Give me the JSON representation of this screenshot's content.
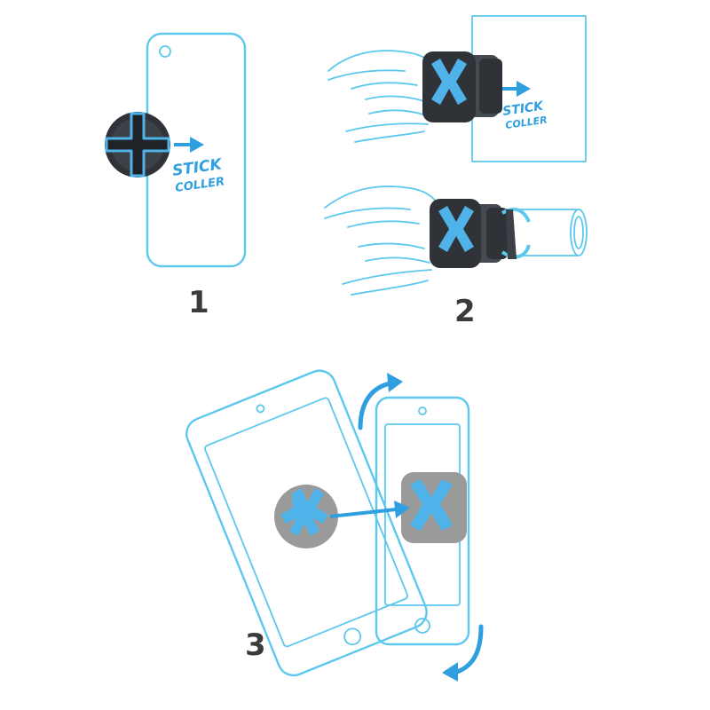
{
  "colors": {
    "outline": "#5cc8ee",
    "accent": "#2f9fe0",
    "mount_dark": "#2f3338",
    "mount_mid": "#444a50",
    "pad_grey": "#9a9a9a",
    "cross_blue": "#4fb3ea",
    "number": "#3b3b3b"
  },
  "steps": [
    {
      "number": "1",
      "label_line1": "STICK",
      "label_line2": "COLLER"
    },
    {
      "number": "2",
      "label_line1": "STICK",
      "label_line2": "COLLER"
    },
    {
      "number": "3"
    }
  ],
  "icons": [
    "phone-icon",
    "round-mount-icon",
    "arrow-right-icon",
    "hand-icon",
    "square-mount-icon",
    "wall-panel-icon",
    "bar-tube-icon",
    "tablet-icon",
    "rotate-arrow-icon"
  ]
}
